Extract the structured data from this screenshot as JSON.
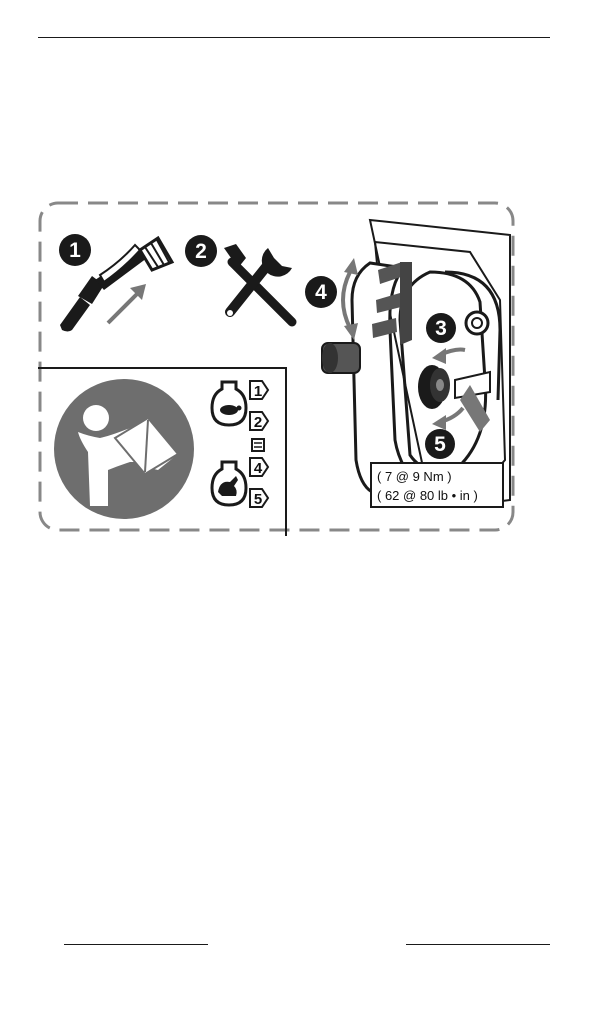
{
  "figure": {
    "steps": [
      {
        "number": "1",
        "meaning": "remove"
      },
      {
        "number": "2",
        "meaning": "tools"
      },
      {
        "number": "3"
      },
      {
        "number": "4"
      },
      {
        "number": "5"
      }
    ],
    "sequence": {
      "slow_icon": "turtle-icon",
      "steps": [
        "1",
        "2",
        "4",
        "5"
      ],
      "fast_icon": "rabbit-icon"
    },
    "torque": {
      "line1": "( 7 @ 9 Nm )",
      "line2": "( 62 @ 80 lb • in )"
    },
    "manual_icon": "read-manual-icon"
  },
  "colors": {
    "ink": "#1a1a1a",
    "gray": "#777777",
    "dark_gray": "#555555"
  }
}
